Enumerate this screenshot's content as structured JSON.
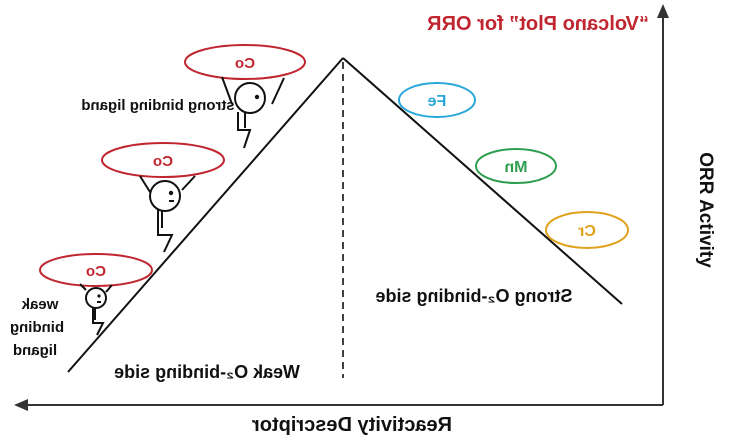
{
  "title": "“Volcano Plot” for ORR",
  "y_axis_label": "ORR Activity",
  "x_axis_label": "Reactivity Descriptor",
  "left_side_label": "Weak O₂-binding side",
  "right_side_label": "Strong O₂-binding side",
  "labels": {
    "strong_binding_ligand": "strong binding ligand",
    "weak": "weak",
    "binding": "binding",
    "ligand": "ligand"
  },
  "metals_left": [
    {
      "symbol": "Co",
      "color": "#c0262f"
    },
    {
      "symbol": "Co",
      "color": "#c0262f"
    },
    {
      "symbol": "Co",
      "color": "#c0262f"
    }
  ],
  "metals_right": [
    {
      "symbol": "Fe",
      "color": "#2aa7d9"
    },
    {
      "symbol": "Mn",
      "color": "#2e9e4f"
    },
    {
      "symbol": "Cr",
      "color": "#e0a21a"
    }
  ],
  "colors": {
    "title": "#c0262f",
    "line": "#111111"
  }
}
